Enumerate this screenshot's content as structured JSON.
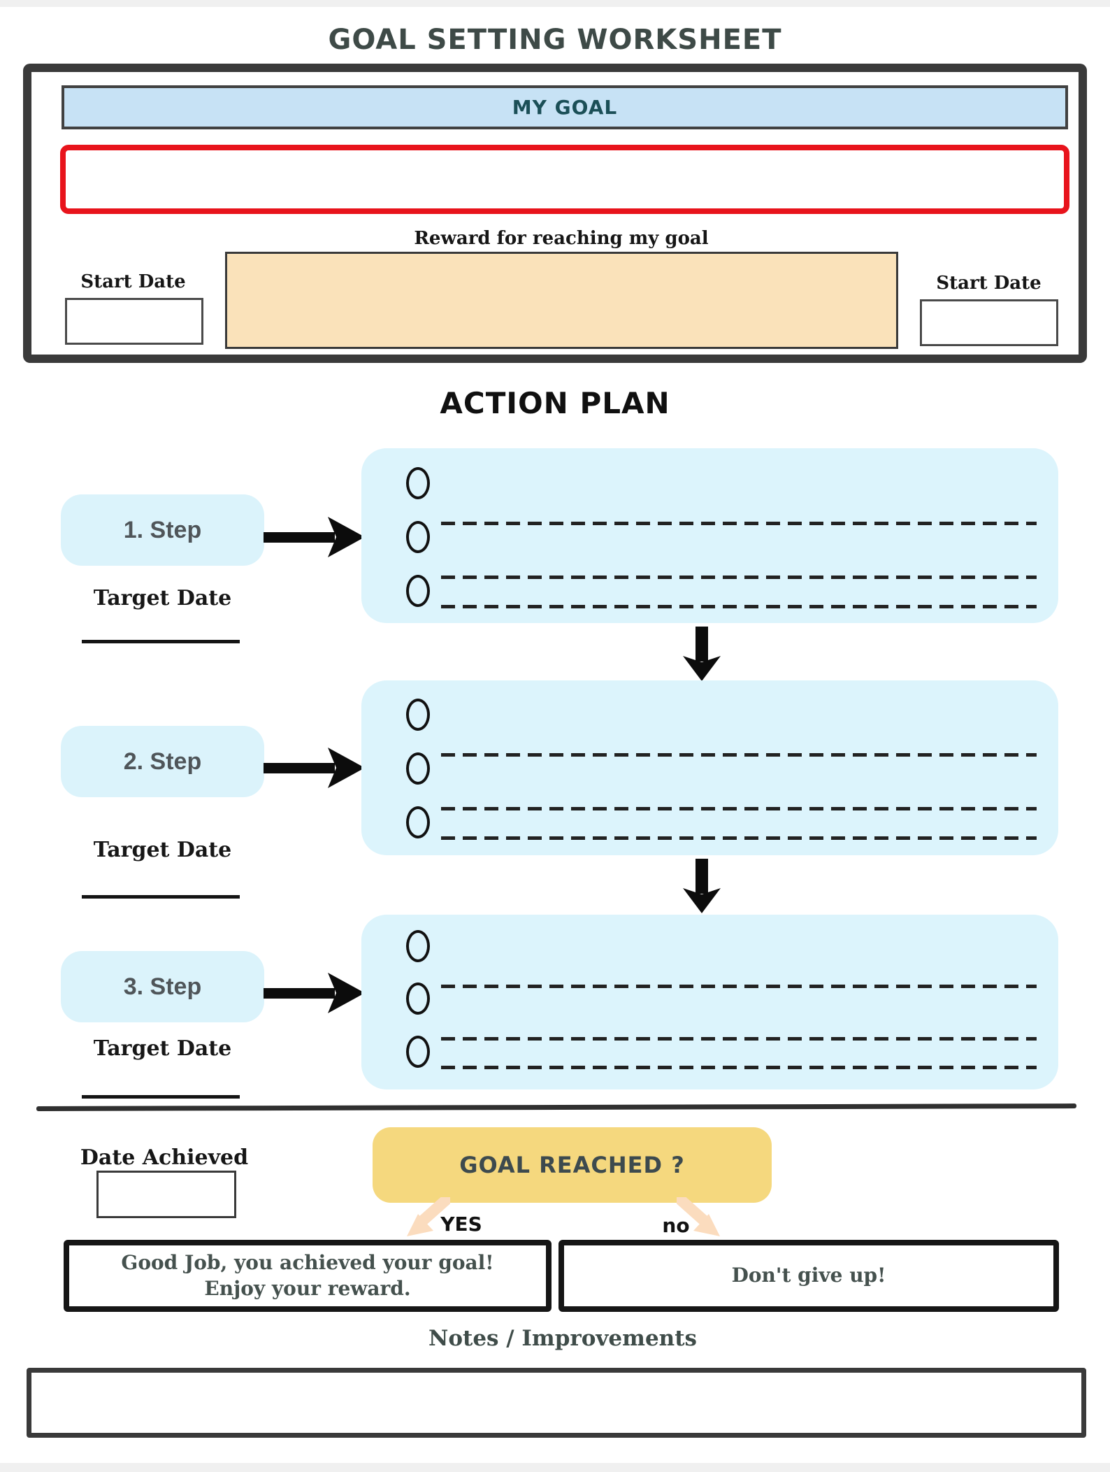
{
  "page": {
    "title": "GOAL SETTING WORKSHEET"
  },
  "goal_section": {
    "header": "MY GOAL",
    "reward_label": "Reward for reaching my goal",
    "start_date_left_label": "Start Date",
    "start_date_right_label": "Start Date"
  },
  "action_plan": {
    "title": "ACTION PLAN",
    "steps": [
      {
        "label": "1. Step",
        "target_date_label": "Target Date"
      },
      {
        "label": "2. Step",
        "target_date_label": "Target Date"
      },
      {
        "label": "3. Step",
        "target_date_label": "Target Date"
      }
    ]
  },
  "outcome": {
    "date_achieved_label": "Date Achieved",
    "question": "GOAL REACHED ?",
    "yes_label": "YES",
    "no_label": "no",
    "success_line1": "Good Job, you achieved your goal!",
    "success_line2": "Enjoy your reward.",
    "fail_text": "Don't give up!"
  },
  "notes": {
    "title": "Notes / Improvements"
  },
  "colors": {
    "accent_red": "#e8141c",
    "header_blue": "#c7e2f5",
    "teal_text": "#1b4f57",
    "step_blue": "#dbf3fb",
    "panel_blue": "#dcf4fc",
    "reward_peach": "#fae2ba",
    "question_yellow": "#f5d87e",
    "flow_arrow_peach": "#fbdcbe",
    "dark_border": "#3a3a3a",
    "heading_dark": "#3e4a47"
  }
}
